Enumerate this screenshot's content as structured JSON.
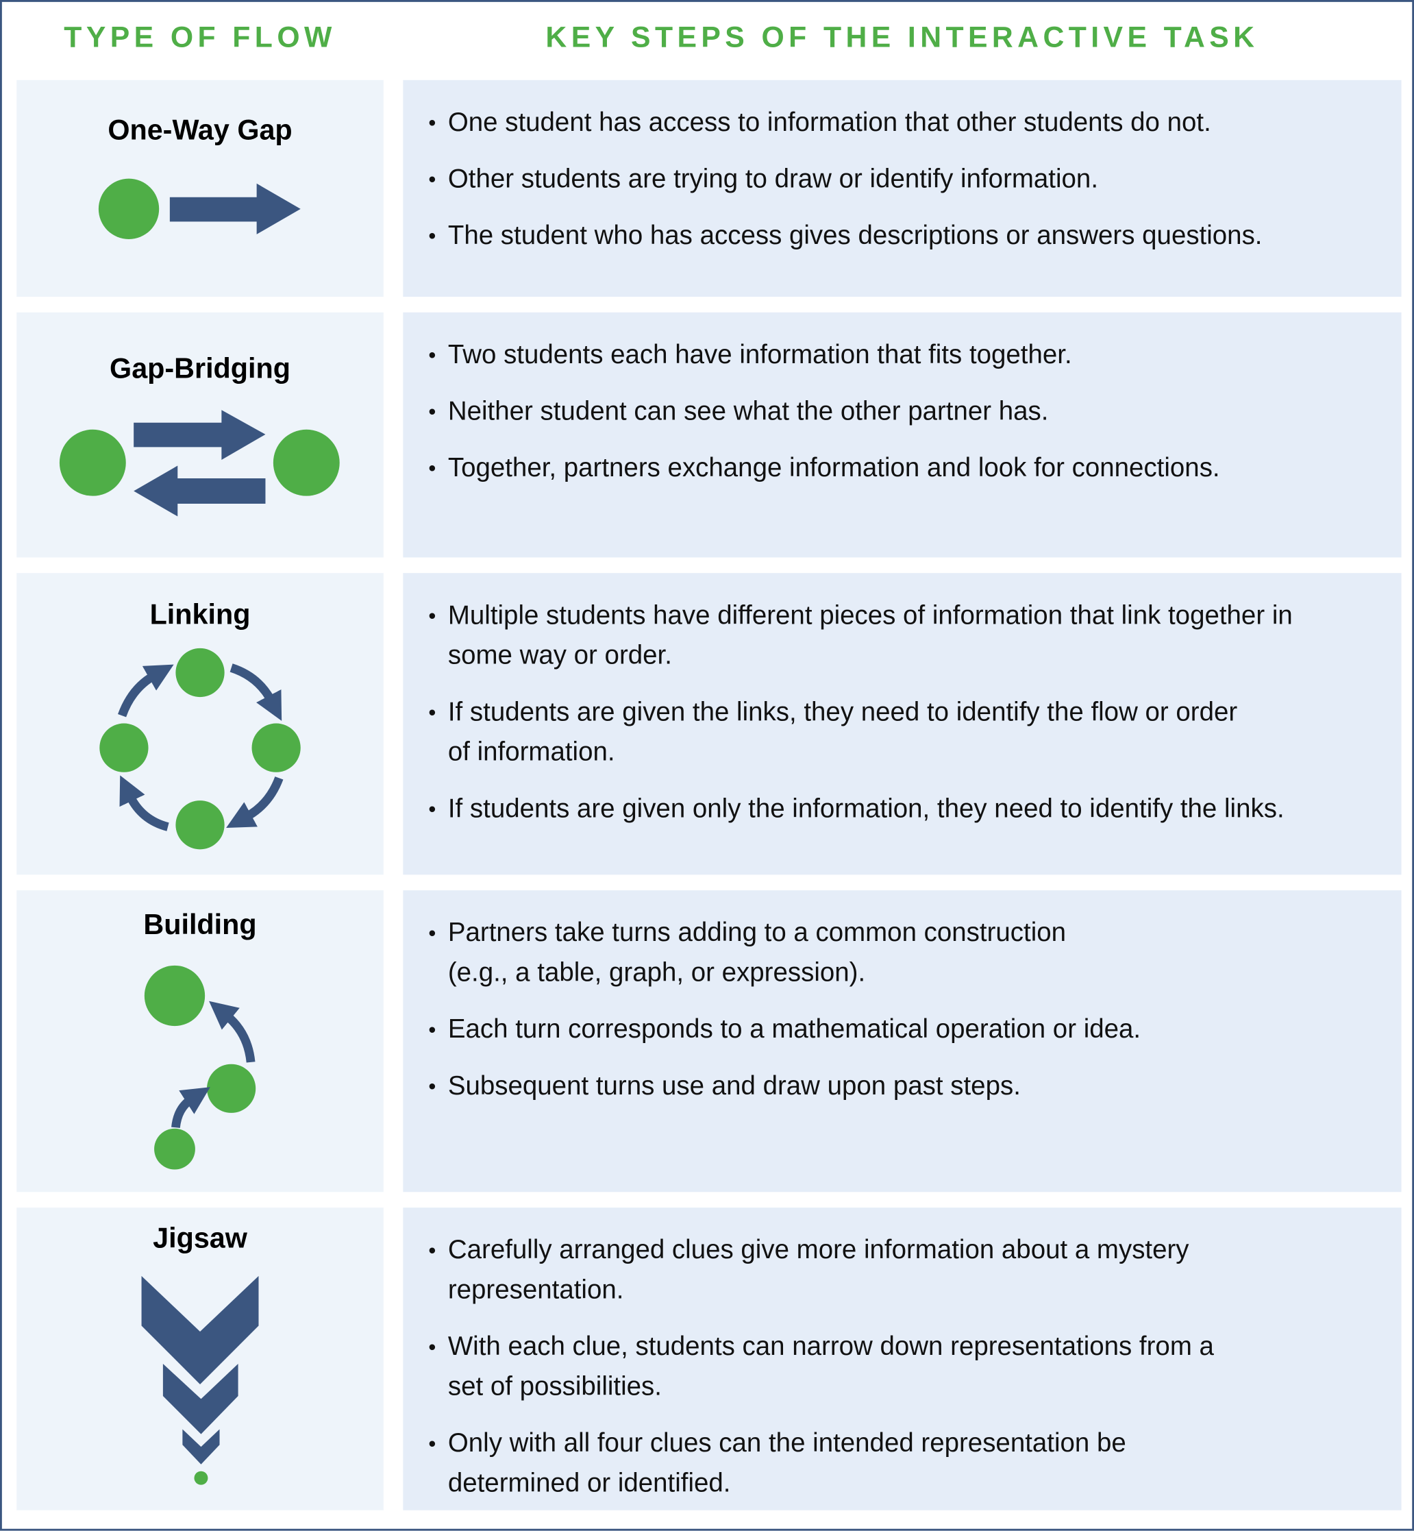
{
  "headers": {
    "type_of_flow": "TYPE OF FLOW",
    "key_steps": "KEY STEPS OF THE INTERACTIVE TASK"
  },
  "colors": {
    "green": "#4fae47",
    "navy": "#3b5680",
    "left_bg": "#eef4fa",
    "right_bg": "#e5edf8"
  },
  "rows": [
    {
      "title": "One-Way Gap",
      "icon": "one-way-arrow-icon",
      "bullets": [
        [
          "One student has access to information that other students do not."
        ],
        [
          "Other students are trying to draw or identify information."
        ],
        [
          "The student who has access gives descriptions or answers questions."
        ]
      ]
    },
    {
      "title": "Gap-Bridging",
      "icon": "two-way-arrows-icon",
      "bullets": [
        [
          "Two students each have information that fits together."
        ],
        [
          "Neither student can see what the other partner has."
        ],
        [
          "Together, partners exchange information and look for connections."
        ]
      ]
    },
    {
      "title": "Linking",
      "icon": "cycle-arrows-icon",
      "bullets": [
        [
          "Multiple students have different pieces of information that link together in",
          "some way or order."
        ],
        [
          "If students are given the links, they need to identify the flow or order",
          "of information."
        ],
        [
          "If students are given only the information, they need to identify the links."
        ]
      ]
    },
    {
      "title": "Building",
      "icon": "building-steps-icon",
      "bullets": [
        [
          "Partners take turns adding to a common construction",
          "(e.g., a table, graph, or expression)."
        ],
        [
          "Each turn corresponds to a mathematical operation or idea."
        ],
        [
          "Subsequent turns use and draw upon past steps."
        ]
      ]
    },
    {
      "title": "Jigsaw",
      "icon": "narrowing-chevrons-icon",
      "bullets": [
        [
          "Carefully arranged clues give more information about a mystery",
          "representation."
        ],
        [
          "With each clue, students can narrow down representations from a",
          "set of possibilities."
        ],
        [
          "Only with all four clues can the intended representation be",
          "determined or identified."
        ]
      ]
    }
  ]
}
